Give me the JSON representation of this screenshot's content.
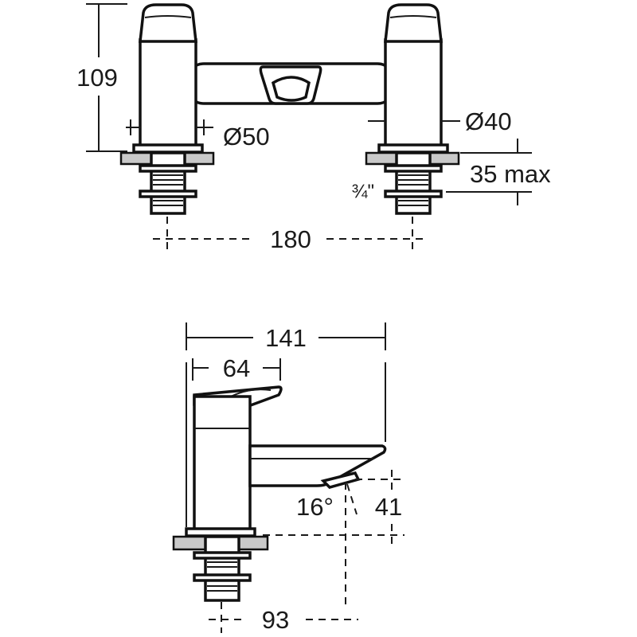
{
  "front_view": {
    "height_label": "109",
    "left_diameter_label": "Ø50",
    "right_diameter_label": "Ø40",
    "thread_label": "¾\"",
    "deck_thickness_label": "35 max",
    "centres_label": "180"
  },
  "side_view": {
    "overall_depth_label": "141",
    "handle_reach_label": "64",
    "spout_angle_label": "16°",
    "spout_height_label": "41",
    "spout_projection_label": "93"
  },
  "colors": {
    "line": "#1a1a1a",
    "deck": "#c9c9c9"
  }
}
